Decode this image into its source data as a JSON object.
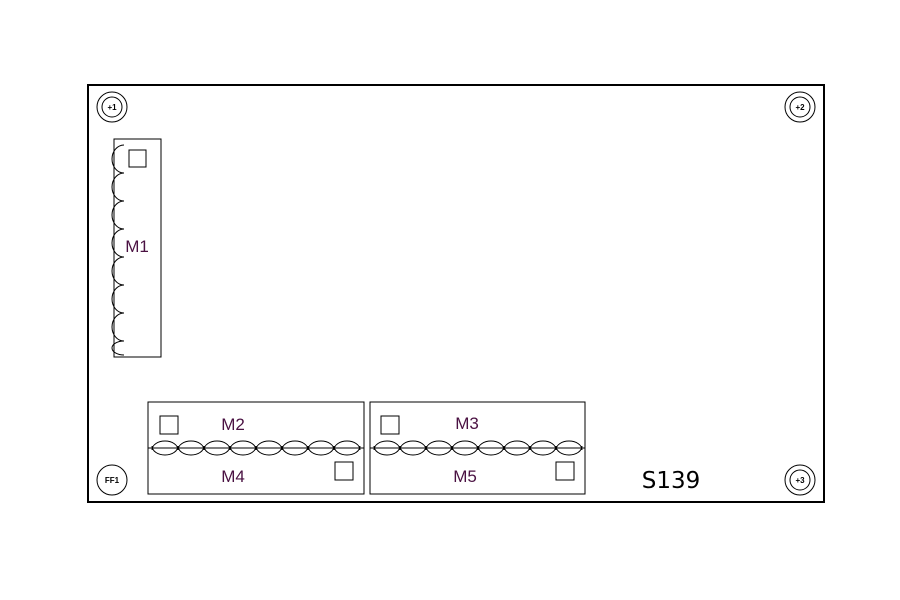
{
  "board": {
    "id_label": "S139",
    "colors": {
      "outline": "#000000",
      "connector_label": "#4a1142",
      "background": "#ffffff"
    }
  },
  "holes": [
    {
      "key": "h1",
      "label": "+1"
    },
    {
      "key": "h2",
      "label": "+2"
    },
    {
      "key": "h3",
      "label": "+3"
    },
    {
      "key": "ff1",
      "label": "FF1"
    }
  ],
  "connectors": [
    {
      "key": "m1",
      "label": "M1"
    },
    {
      "key": "m2",
      "label": "M2"
    },
    {
      "key": "m3",
      "label": "M3"
    },
    {
      "key": "m4",
      "label": "M4"
    },
    {
      "key": "m5",
      "label": "M5"
    }
  ]
}
